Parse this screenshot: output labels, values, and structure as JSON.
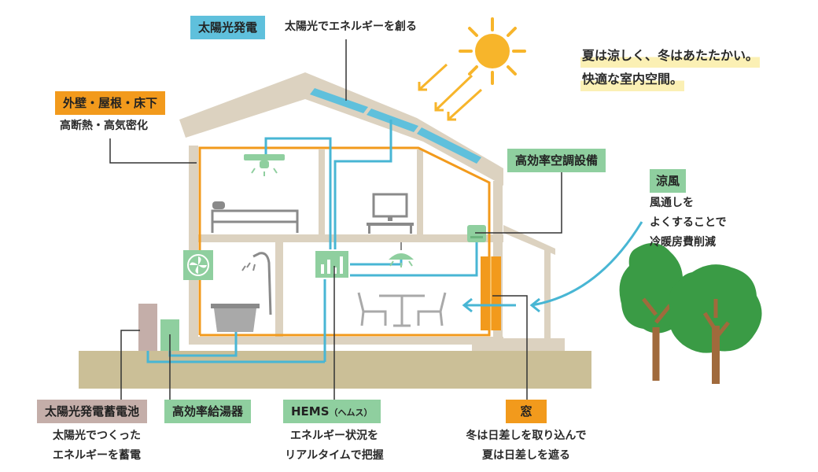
{
  "headline": [
    "夏は涼しく、冬はあたたかい。",
    "快適な室内空間。"
  ],
  "callouts": {
    "solar": {
      "title": "太陽光発電",
      "text": [
        "太陽光でエネルギーを創る"
      ]
    },
    "walls": {
      "title": "外壁・屋根・床下",
      "text": [
        "高断熱・高気密化"
      ]
    },
    "aircon": {
      "title": "高効率空調設備"
    },
    "breeze": {
      "title": "涼風",
      "text": [
        "風通しを",
        "よくすることで",
        "冷暖房費削減"
      ]
    },
    "battery": {
      "title": "太陽光発電蓄電池",
      "text": [
        "太陽光でつくった",
        "エネルギーを蓄電"
      ]
    },
    "water_heater": {
      "title": "高効率給湯器"
    },
    "hems": {
      "title": "HEMS",
      "title_small": "（ヘムス）",
      "text": [
        "エネルギー状況を",
        "リアルタイムで把握"
      ]
    },
    "window": {
      "title": "窓",
      "text": [
        "冬は日差しを取り込んで",
        "夏は日差しを遮る"
      ]
    }
  },
  "icons": [
    "sun-icon",
    "solar-panel-icon",
    "ceiling-light-icon",
    "bed-icon",
    "tv-desk-icon",
    "ventilation-fan-icon",
    "shower-icon",
    "bathtub-icon",
    "hems-monitor-icon",
    "pendant-lamp-icon",
    "dining-table-icon",
    "air-conditioner-icon",
    "tree-icon"
  ],
  "colors": {
    "blue": "#5fc0dc",
    "orange": "#f29a1c",
    "green": "#8fcf9f",
    "mauve": "#c4aea9",
    "house": "#dcd2c0",
    "ground": "#cbbf97",
    "tree": "#3a9b45",
    "trunk": "#a06a3c",
    "sun": "#f7b52b",
    "highlight": "#fbf0b4"
  }
}
